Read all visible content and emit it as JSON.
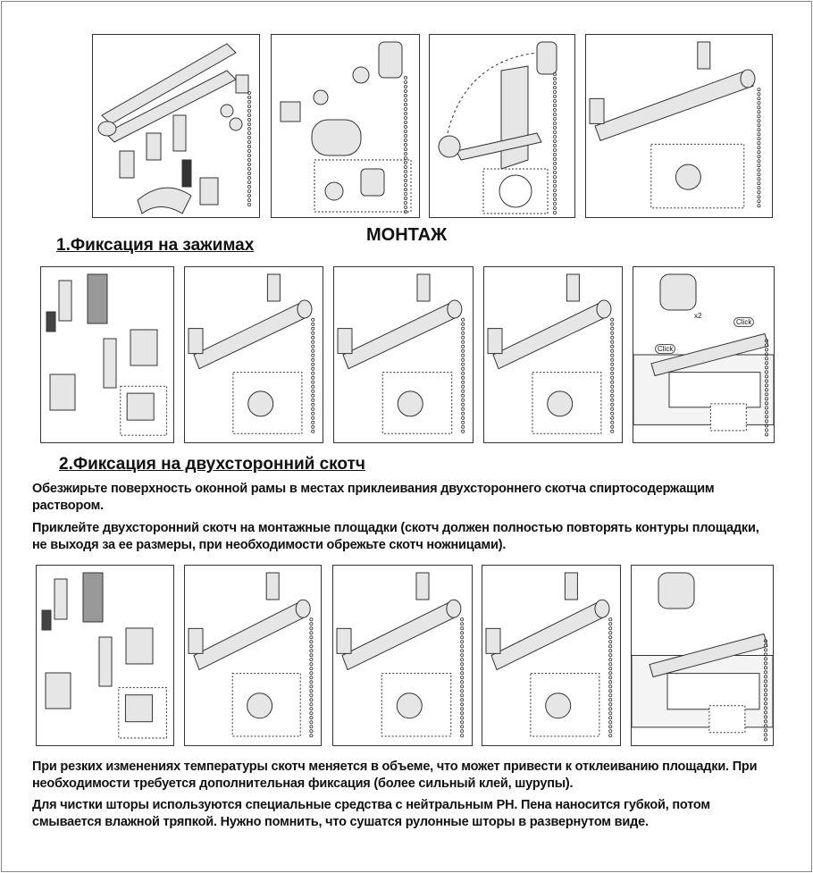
{
  "header": {
    "title": "МОНТАЖ"
  },
  "section1": {
    "heading": "1.Фиксация на зажимах",
    "panel_labels": {
      "click": "Click",
      "x2": "x2"
    }
  },
  "section2": {
    "heading": "2.Фиксация на двухсторонний скотч",
    "paragraph1": "Обезжирьте поверхность оконной рамы в местах приклеивания двухстороннего скотча спиртосодержащим раствором.",
    "paragraph2": "Приклейте двухсторонний скотч на монтажные площадки (скотч должен полностью повторять контуры площадки, не выходя за ее размеры, при необходимости обрежьте скотч ножницами)."
  },
  "notes": {
    "paragraph1": "При резких изменениях температуры скотч меняется в объеме, что может привести к отклеиванию площадки. При необходимости требуется дополнительная фиксация (более сильный клей, шурупы).",
    "paragraph2": "Для чистки шторы используются специальные средства с нейтральным PH. Пена наносится губкой, потом смывается влажной тряпкой. Нужно помнить, что сушатся рулонные шторы в развернутом виде."
  },
  "colors": {
    "line": "#333333",
    "fill": "#e6e6e6",
    "dark": "#555555"
  }
}
